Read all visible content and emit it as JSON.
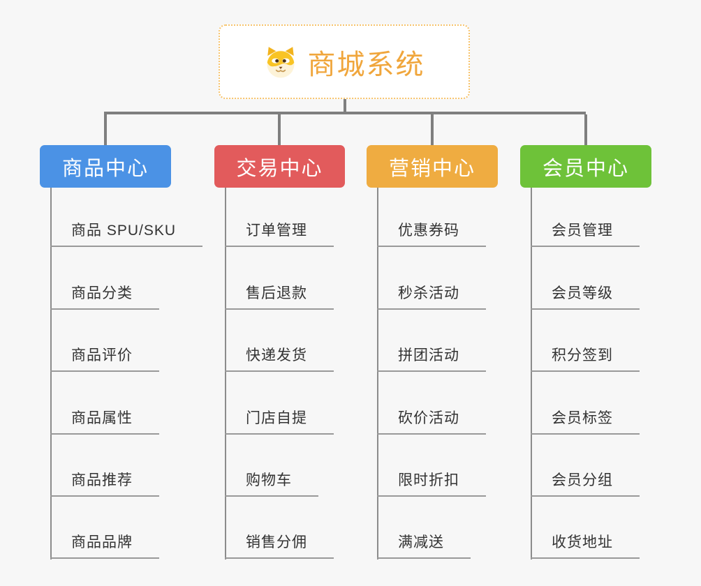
{
  "canvas": {
    "background": "#F7F7F7"
  },
  "root": {
    "title": "商城系统",
    "icon": "doge-face-icon",
    "title_color": "#F0A63C",
    "border_color": "#F7C36B",
    "background": "#FFFFFF"
  },
  "connectors": {
    "level1_color": "#7F7F7F",
    "branch_line_color": "#8C8C8C",
    "underline_color": "#999999"
  },
  "item_text_color": "#333333",
  "branches": [
    {
      "label": "商品中心",
      "color": "#4B92E5",
      "items": [
        "商品 SPU/SKU",
        "商品分类",
        "商品评价",
        "商品属性",
        "商品推荐",
        "商品品牌"
      ]
    },
    {
      "label": "交易中心",
      "color": "#E25B5C",
      "items": [
        "订单管理",
        "售后退款",
        "快递发货",
        "门店自提",
        "购物车",
        "销售分佣"
      ]
    },
    {
      "label": "营销中心",
      "color": "#EFAC41",
      "items": [
        "优惠券码",
        "秒杀活动",
        "拼团活动",
        "砍价活动",
        "限时折扣",
        "满减送"
      ]
    },
    {
      "label": "会员中心",
      "color": "#6EC239",
      "items": [
        "会员管理",
        "会员等级",
        "积分签到",
        "会员标签",
        "会员分组",
        "收货地址"
      ]
    }
  ]
}
